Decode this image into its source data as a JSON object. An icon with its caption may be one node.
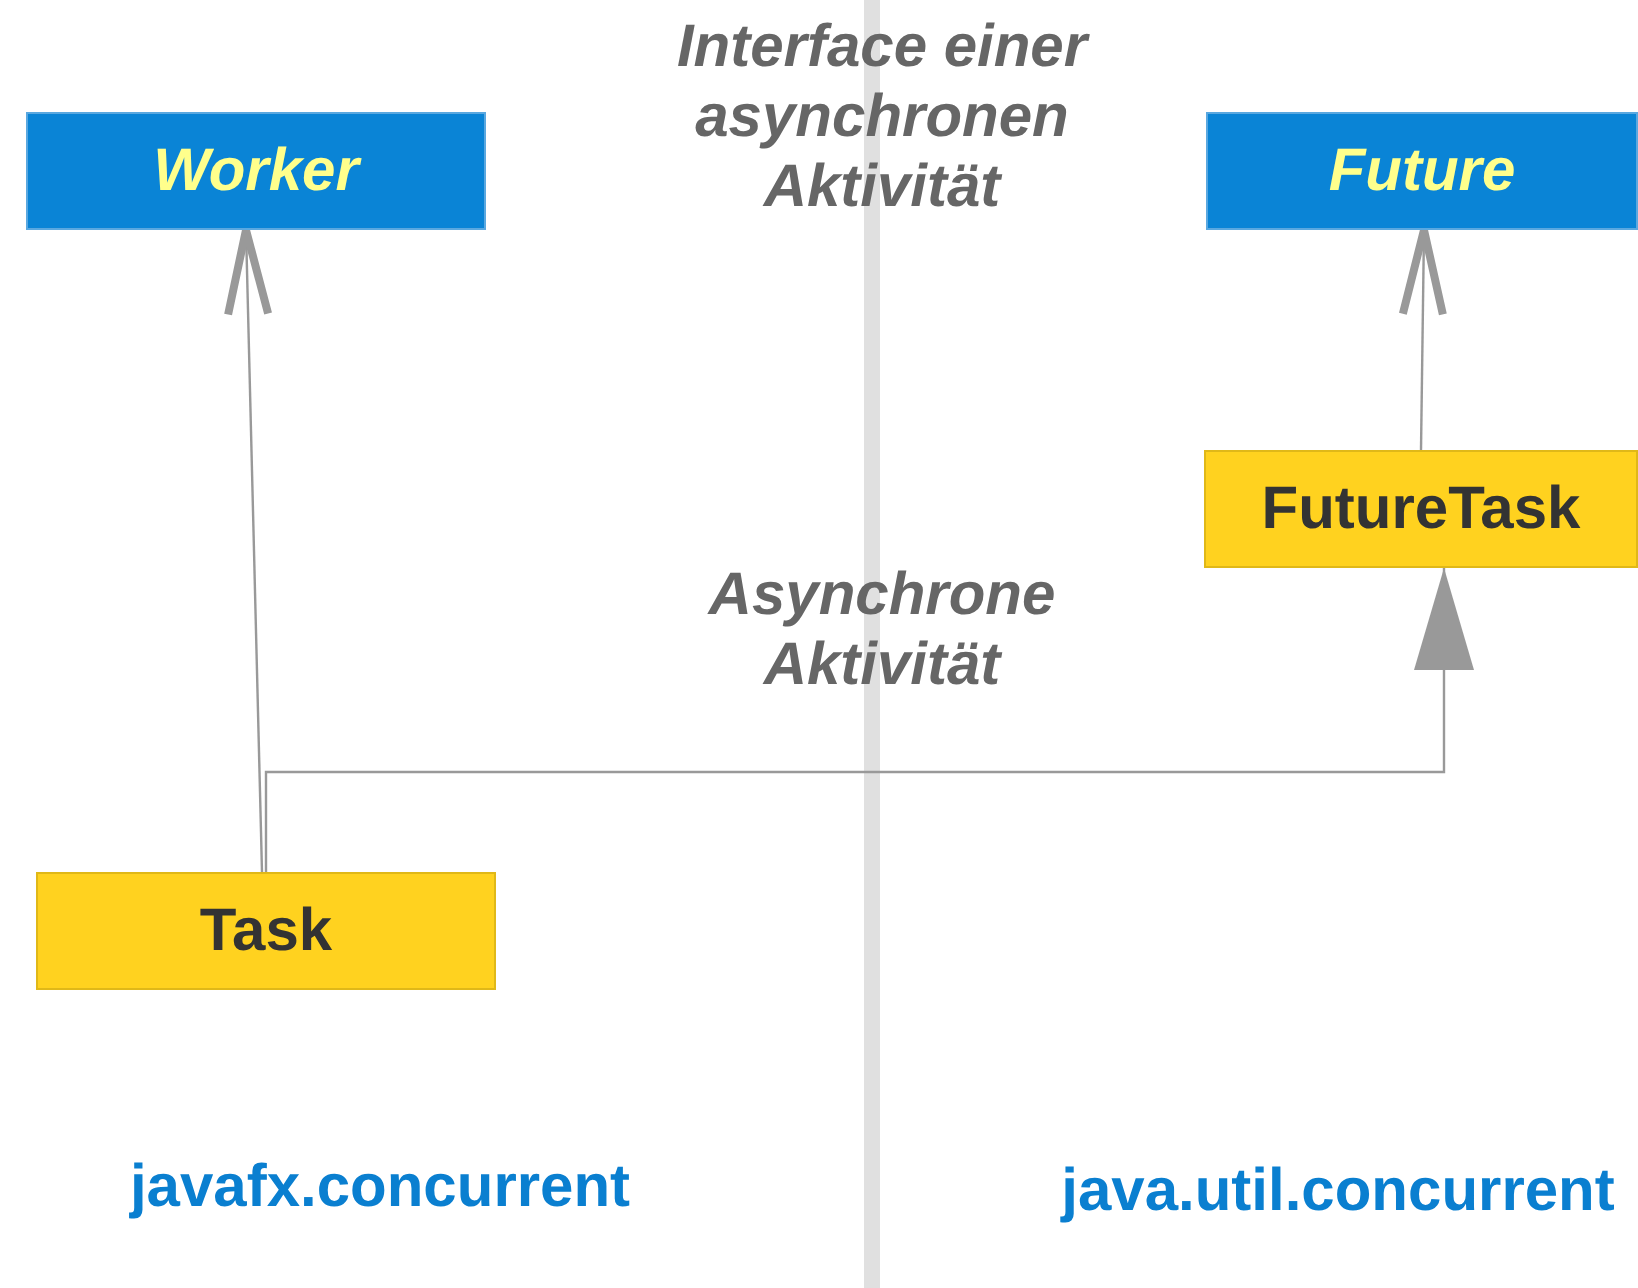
{
  "diagram": {
    "nodes": [
      {
        "text": [
          "Worker"
        ]
      },
      {
        "text": [
          "Future"
        ]
      },
      {
        "text": [
          "FutureTask"
        ]
      },
      {
        "text": [
          "Task"
        ]
      }
    ],
    "edges": [
      {
        "from": 3,
        "to": 0,
        "arrow": "to"
      },
      {
        "from": 2,
        "to": 1,
        "arrow": "to"
      },
      {
        "from": 3,
        "to": 2,
        "arrow": "to"
      }
    ],
    "labels": [
      "Interface einer asynchronen Aktivität",
      "Asynchrone Aktivität",
      "javafx.concurrent",
      "java.util.concurrent"
    ]
  }
}
